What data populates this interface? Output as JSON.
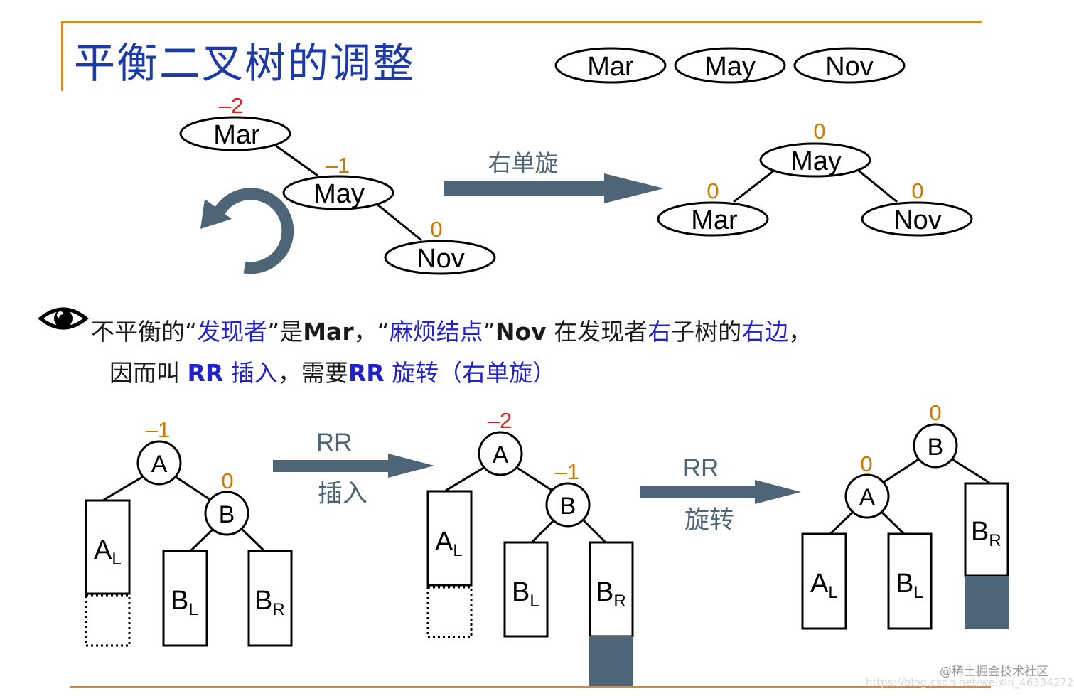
{
  "title": "平衡二叉树的调整",
  "sequence": [
    "Mar",
    "May",
    "Nov"
  ],
  "top_left_tree": {
    "mar": {
      "label": "Mar",
      "balance": "–2"
    },
    "may": {
      "label": "May",
      "balance": "–1"
    },
    "nov": {
      "label": "Nov",
      "balance": "0"
    }
  },
  "arrow_label": "右单旋",
  "top_right_tree": {
    "may": {
      "label": "May",
      "balance": "0"
    },
    "mar": {
      "label": "Mar",
      "balance": "0"
    },
    "nov": {
      "label": "Nov",
      "balance": "0"
    }
  },
  "explanation": {
    "p1": "不平衡的“",
    "finder": "发现者",
    "p2": "”是",
    "mar": "Mar",
    "p3": "，“",
    "trouble": "麻烦结点",
    "p4": "”",
    "nov": "Nov",
    "p5": " 在发现者",
    "right1": "右",
    "p6": "子树的",
    "right2": "右边",
    "p7": "，",
    "line2_a": "因而叫 ",
    "rr1": "RR",
    "line2_b": " 插入",
    "line2_c": "，需要",
    "rr2": "RR",
    "line2_d": " 旋转（右单旋）"
  },
  "diagram1": {
    "a": "A",
    "a_balance": "–1",
    "b": "B",
    "b_balance": "0",
    "al": "A",
    "al_sub": "L",
    "bl": "B",
    "bl_sub": "L",
    "br": "B",
    "br_sub": "R"
  },
  "arrow1": {
    "line1": "RR",
    "line2": "插入"
  },
  "diagram2": {
    "a": "A",
    "a_balance": "–2",
    "b": "B",
    "b_balance": "–1",
    "al": "A",
    "al_sub": "L",
    "bl": "B",
    "bl_sub": "L",
    "br": "B",
    "br_sub": "R"
  },
  "arrow2": {
    "line1": "RR",
    "line2": "旋转"
  },
  "diagram3": {
    "b": "B",
    "b_balance": "0",
    "a": "A",
    "a_balance": "0",
    "al": "A",
    "al_sub": "L",
    "bl": "B",
    "bl_sub": "L",
    "br": "B",
    "br_sub": "R"
  },
  "watermark": "@稀土掘金技术社区",
  "watermark_url": "https://blog.csdn.net/weixin_46334272",
  "colors": {
    "title": "#1c3aa8",
    "accent_orange": "#d98a2a",
    "arrow": "#4d6577",
    "red": "#e11d1d",
    "balance_orange": "#cc7a00",
    "blue_text": "#2222cc"
  }
}
